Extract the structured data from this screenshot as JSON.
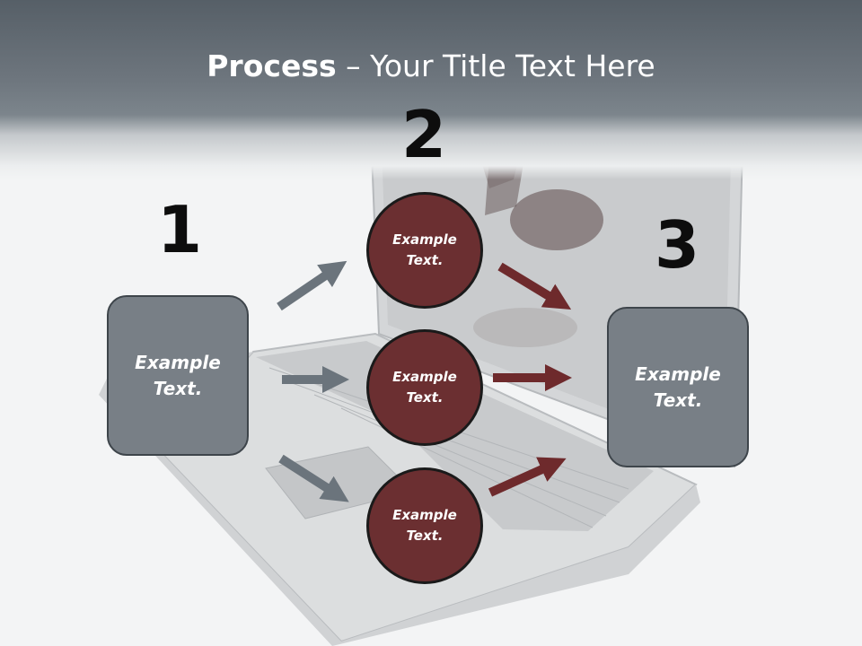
{
  "title": {
    "bold": "Process",
    "rest": " – Your Title Text Here"
  },
  "steps": {
    "one": {
      "number": "1",
      "box_text_line1": "Example",
      "box_text_line2": "Text."
    },
    "two": {
      "number": "2",
      "circles": [
        {
          "line1": "Example",
          "line2": "Text."
        },
        {
          "line1": "Example",
          "line2": "Text."
        },
        {
          "line1": "Example",
          "line2": "Text."
        }
      ]
    },
    "three": {
      "number": "3",
      "box_text_line1": "Example",
      "box_text_line2": "Text."
    }
  },
  "colors": {
    "header": "#6e767e",
    "box_fill": "#787f86",
    "circle_fill": "#6b2f31",
    "gray_arrow": "#6b747c",
    "red_arrow": "#6e2a2c"
  }
}
